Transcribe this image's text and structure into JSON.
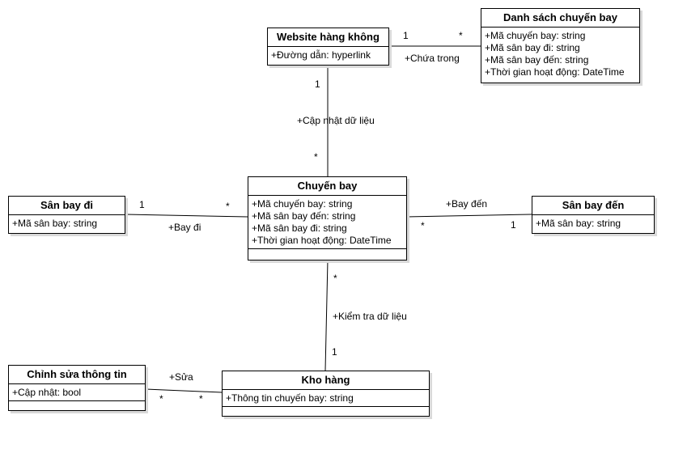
{
  "classes": {
    "website": {
      "name": "Website hàng không",
      "attributes": [
        "+Đường dẫn: hyperlink"
      ]
    },
    "danhsach": {
      "name": "Danh sách chuyến bay",
      "attributes": [
        "+Mã chuyến bay: string",
        "+Mã sân bay đi: string",
        "+Mã sân bay đến: string",
        "+Thời gian hoạt động: DateTime"
      ]
    },
    "chuyenbay": {
      "name": "Chuyến bay",
      "attributes": [
        "+Mã chuyến bay: string",
        "+Mã sân bay đến: string",
        "+Mã sân bay đi: string",
        "+Thời gian hoạt động: DateTime"
      ]
    },
    "sanbaydi": {
      "name": "Sân bay đi",
      "attributes": [
        "+Mã sân bay: string"
      ]
    },
    "sanbayden": {
      "name": "Sân bay đến",
      "attributes": [
        "+Mã sân bay: string"
      ]
    },
    "chinhsua": {
      "name": "Chỉnh sửa thông tin",
      "attributes": [
        "+Cập nhật: bool"
      ]
    },
    "khohang": {
      "name": "Kho hàng",
      "attributes": [
        "+Thông tin chuyến bay: string"
      ]
    }
  },
  "associations": {
    "chua_trong": {
      "label": "+Chứa trong",
      "mult_a": "1",
      "mult_b": "*"
    },
    "cap_nhat": {
      "label": "+Cập nhật dữ liệu",
      "mult_a": "1",
      "mult_b": "*"
    },
    "bay_di": {
      "label": "+Bay đi",
      "mult_a": "1",
      "mult_b": "*"
    },
    "bay_den": {
      "label": "+Bay đến",
      "mult_a": "*",
      "mult_b": "1"
    },
    "kiem_tra": {
      "label": "+Kiểm tra dữ liệu",
      "mult_a": "*",
      "mult_b": "1"
    },
    "sua": {
      "label": "+Sửa",
      "mult_a": "*",
      "mult_b": "*"
    }
  }
}
